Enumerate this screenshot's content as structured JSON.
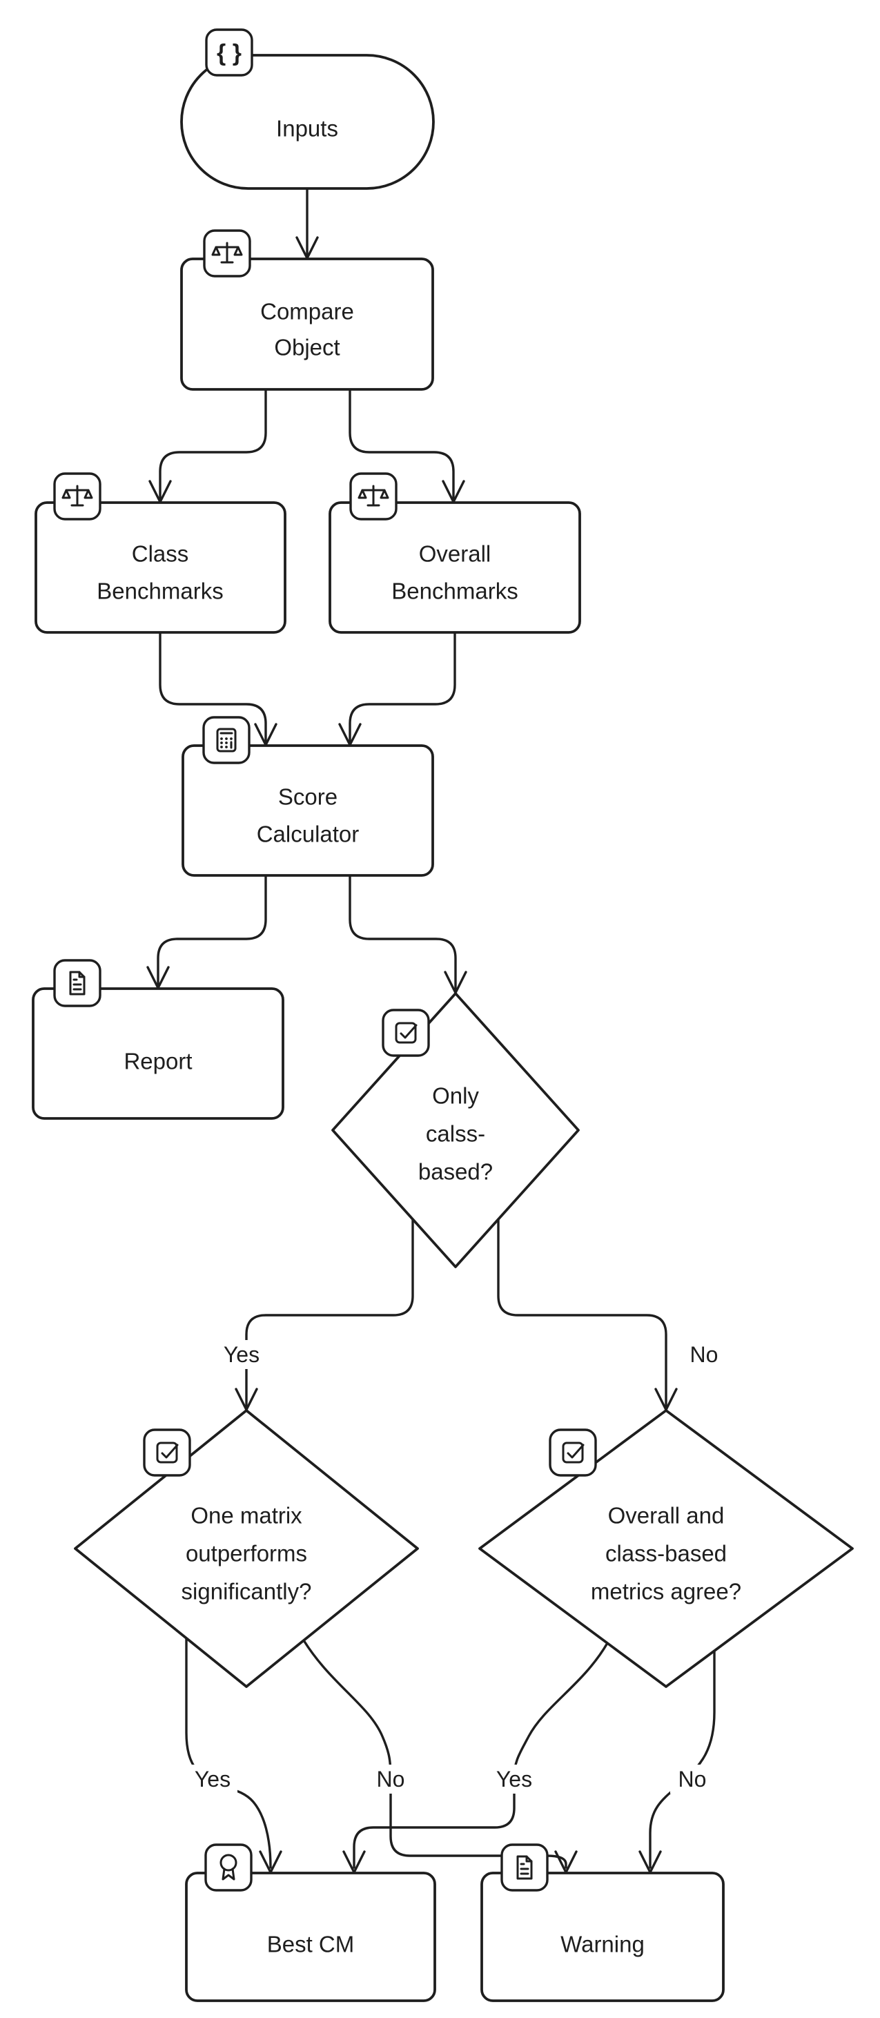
{
  "diagram": {
    "type": "flowchart",
    "colors": {
      "background": "#ffffff",
      "stroke": "#1e1e1e",
      "text": "#1e1e1e",
      "node_fill": "#ffffff"
    },
    "nodes": {
      "inputs": {
        "label": "Inputs",
        "shape": "stadium",
        "icon": "curly-braces"
      },
      "compare_object": {
        "lines": [
          "Compare",
          "Object"
        ],
        "shape": "rect",
        "icon": "scale"
      },
      "class_benchmarks": {
        "lines": [
          "Class",
          "Benchmarks"
        ],
        "shape": "rect",
        "icon": "scale"
      },
      "overall_benchmarks": {
        "lines": [
          "Overall",
          "Benchmarks"
        ],
        "shape": "rect",
        "icon": "scale"
      },
      "score_calculator": {
        "lines": [
          "Score",
          "Calculator"
        ],
        "shape": "rect",
        "icon": "calculator"
      },
      "report": {
        "label": "Report",
        "shape": "rect",
        "icon": "file-text"
      },
      "only_class_based": {
        "lines": [
          "Only",
          "calss-",
          "based?"
        ],
        "shape": "diamond",
        "icon": "square-check"
      },
      "one_matrix_outperforms": {
        "lines": [
          "One matrix",
          "outperforms",
          "significantly?"
        ],
        "shape": "diamond",
        "icon": "square-check"
      },
      "metrics_agree": {
        "lines": [
          "Overall and",
          "class-based",
          "metrics agree?"
        ],
        "shape": "diamond",
        "icon": "square-check"
      },
      "best_cm": {
        "label": "Best CM",
        "shape": "rect",
        "icon": "award"
      },
      "warning": {
        "label": "Warning",
        "shape": "rect",
        "icon": "file-text"
      }
    },
    "edges": {
      "inputs_to_compare": {
        "from": "inputs",
        "to": "compare_object",
        "label": ""
      },
      "compare_to_class": {
        "from": "compare_object",
        "to": "class_benchmarks",
        "label": ""
      },
      "compare_to_overall": {
        "from": "compare_object",
        "to": "overall_benchmarks",
        "label": ""
      },
      "class_to_score": {
        "from": "class_benchmarks",
        "to": "score_calculator",
        "label": ""
      },
      "overall_to_score": {
        "from": "overall_benchmarks",
        "to": "score_calculator",
        "label": ""
      },
      "score_to_report": {
        "from": "score_calculator",
        "to": "report",
        "label": ""
      },
      "score_to_decision": {
        "from": "score_calculator",
        "to": "only_class_based",
        "label": ""
      },
      "decision_yes": {
        "from": "only_class_based",
        "to": "one_matrix_outperforms",
        "label": "Yes"
      },
      "decision_no": {
        "from": "only_class_based",
        "to": "metrics_agree",
        "label": "No"
      },
      "outperforms_yes": {
        "from": "one_matrix_outperforms",
        "to": "best_cm",
        "label": "Yes"
      },
      "outperforms_no": {
        "from": "one_matrix_outperforms",
        "to": "warning",
        "label": "No"
      },
      "agree_yes": {
        "from": "metrics_agree",
        "to": "best_cm",
        "label": "Yes"
      },
      "agree_no": {
        "from": "metrics_agree",
        "to": "warning",
        "label": "No"
      }
    }
  }
}
